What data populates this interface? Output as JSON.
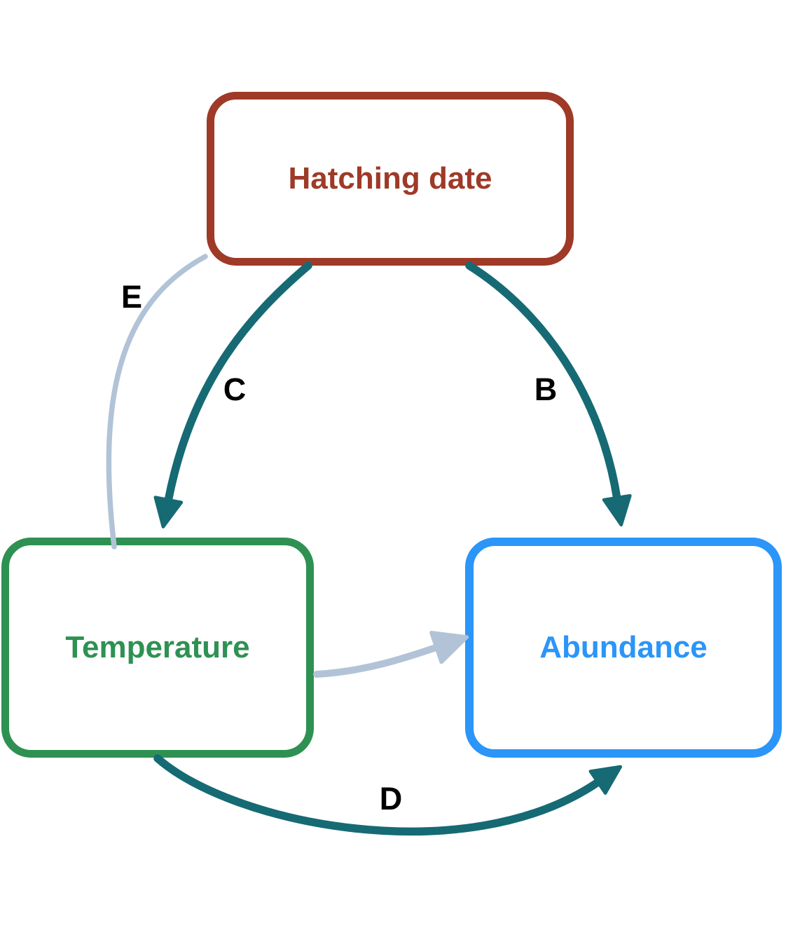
{
  "diagram": {
    "background_color": "#ffffff",
    "colors": {
      "hatching_red": "#9E3A27",
      "temperature_green": "#2E9152",
      "abundance_blue": "#2B95F8",
      "strong_path_teal": "#166A74",
      "weak_path_gray": "#B2C3D7",
      "edge_label_black": "#000000"
    },
    "nodes": [
      {
        "id": "hatching-date",
        "label": "Hatching date",
        "color": "#9E3A27"
      },
      {
        "id": "temperature",
        "label": "Temperature",
        "color": "#2E9152"
      },
      {
        "id": "abundance",
        "label": "Abundance",
        "color": "#2B95F8"
      }
    ],
    "edges": [
      {
        "id": "E",
        "label": "E",
        "from": "hatching-date",
        "to": "temperature",
        "color": "#B2C3D7",
        "arrowhead": false
      },
      {
        "id": "C",
        "label": "C",
        "from": "hatching-date",
        "to": "temperature",
        "color": "#166A74",
        "arrowhead": true
      },
      {
        "id": "B",
        "label": "B",
        "from": "hatching-date",
        "to": "abundance",
        "color": "#166A74",
        "arrowhead": true
      },
      {
        "id": "D",
        "label": "D",
        "from": "temperature",
        "to": "abundance",
        "color": "#166A74",
        "arrowhead": true
      },
      {
        "id": "unlabeled",
        "label": "",
        "from": "temperature",
        "to": "abundance",
        "color": "#B2C3D7",
        "arrowhead": true
      }
    ]
  }
}
